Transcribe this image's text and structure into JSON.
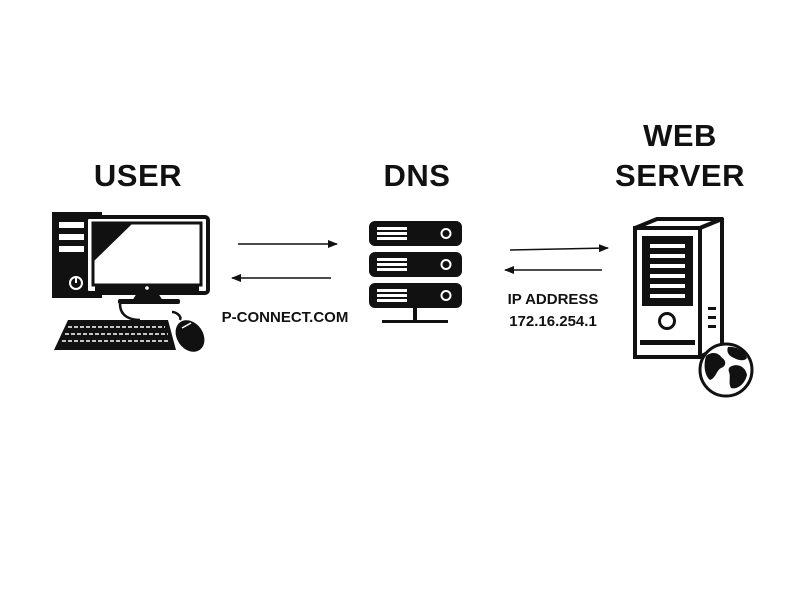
{
  "nodes": {
    "user": {
      "title": "USER"
    },
    "dns": {
      "title": "DNS"
    },
    "web_server": {
      "title_line1": "WEB",
      "title_line2": "SERVER"
    }
  },
  "edges": {
    "user_dns": {
      "label": "P-CONNECT.COM"
    },
    "dns_server": {
      "label_line1": "IP ADDRESS",
      "label_line2": "172.16.254.1"
    }
  },
  "colors": {
    "ink": "#111111",
    "background": "#ffffff"
  },
  "icons": {
    "user": [
      "desktop-computer-icon",
      "keyboard-icon",
      "mouse-icon"
    ],
    "dns": [
      "server-rack-icon"
    ],
    "web_server": [
      "server-tower-icon",
      "globe-icon"
    ]
  }
}
